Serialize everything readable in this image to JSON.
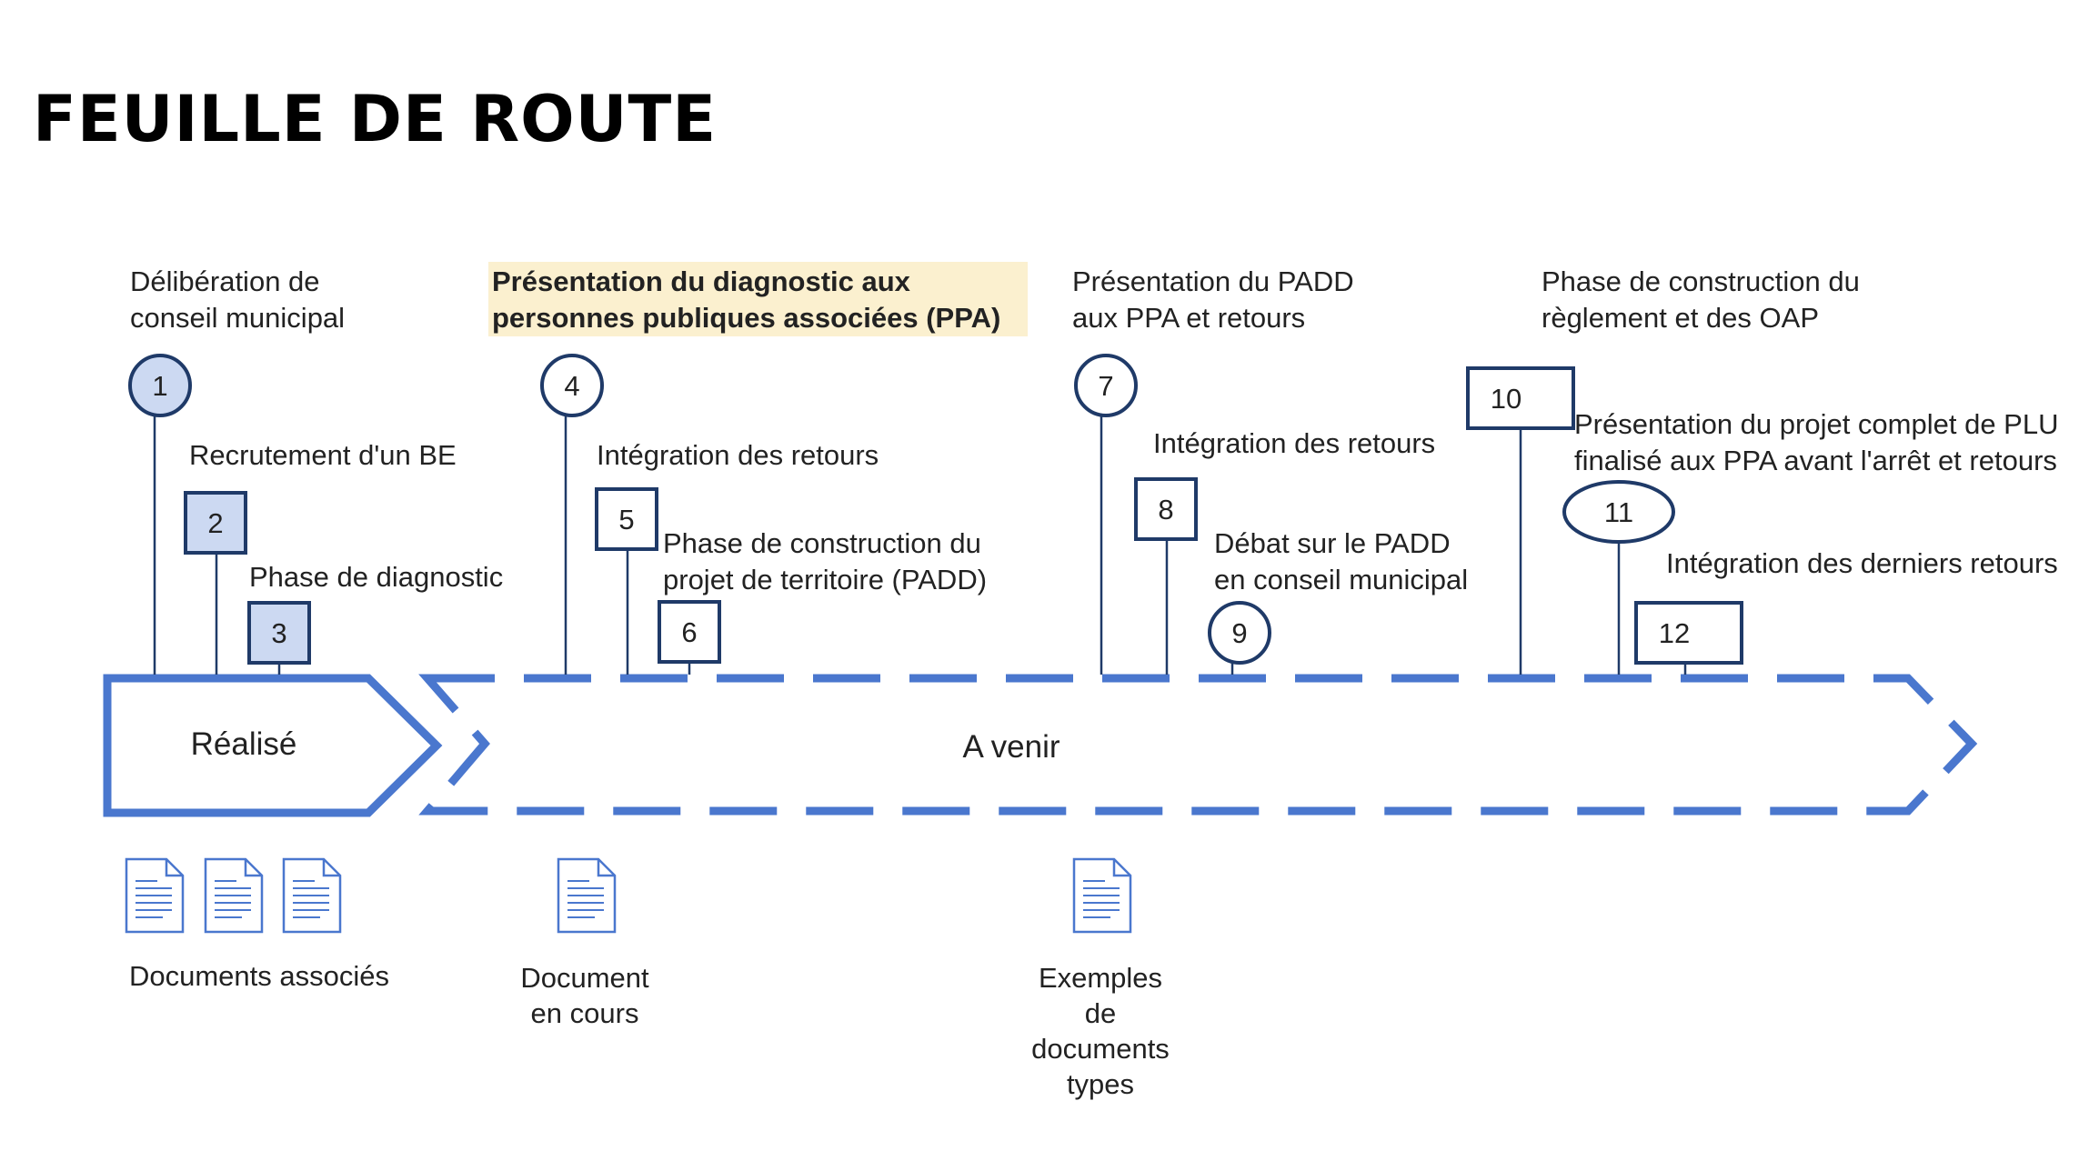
{
  "title": "FEUILLE DE ROUTE",
  "colors": {
    "accent": "#4A77CE",
    "marker_stroke": "#1F3A68",
    "done_fill": "#CCD9F2",
    "highlight": "#FBF0CF"
  },
  "arrows": {
    "done_label": "Réalisé",
    "todo_label": "A venir"
  },
  "steps": [
    {
      "n": "1",
      "shape": "circle",
      "done": true,
      "label": [
        "Délibération de",
        "conseil municipal"
      ]
    },
    {
      "n": "2",
      "shape": "square",
      "done": true,
      "label": [
        "Recrutement d'un BE"
      ]
    },
    {
      "n": "3",
      "shape": "square",
      "done": true,
      "label": [
        "Phase de diagnostic"
      ]
    },
    {
      "n": "4",
      "shape": "circle",
      "done": false,
      "label": [
        "Présentation du diagnostic aux",
        "personnes publiques associées (PPA)"
      ],
      "highlight": true
    },
    {
      "n": "5",
      "shape": "square",
      "done": false,
      "label": [
        "Intégration des retours"
      ]
    },
    {
      "n": "6",
      "shape": "square",
      "done": false,
      "label": [
        "Phase de construction du",
        "projet de territoire (PADD)"
      ]
    },
    {
      "n": "7",
      "shape": "circle",
      "done": false,
      "label": [
        "Présentation du PADD",
        " aux PPA et retours"
      ]
    },
    {
      "n": "8",
      "shape": "square",
      "done": false,
      "label": [
        "Intégration des retours"
      ]
    },
    {
      "n": "9",
      "shape": "circle",
      "done": false,
      "label": [
        "Débat sur le PADD",
        "en conseil municipal"
      ]
    },
    {
      "n": "10",
      "shape": "square",
      "done": false,
      "label": [
        "Phase de construction du",
        "règlement et des OAP"
      ]
    },
    {
      "n": "11",
      "shape": "circle",
      "done": false,
      "label": [
        "Présentation du projet complet de PLU",
        "finalisé aux PPA avant l'arrêt et retours"
      ]
    },
    {
      "n": "12",
      "shape": "square",
      "done": false,
      "label": [
        "Intégration des derniers retours"
      ]
    }
  ],
  "documents": [
    {
      "icon": "document-icon",
      "count": 3,
      "label": [
        "Documents associés"
      ]
    },
    {
      "icon": "document-icon",
      "count": 1,
      "label": [
        "Document",
        "en cours"
      ]
    },
    {
      "icon": "document-icon",
      "count": 1,
      "label": [
        "Exemples",
        "de",
        "documents",
        "types"
      ]
    }
  ]
}
